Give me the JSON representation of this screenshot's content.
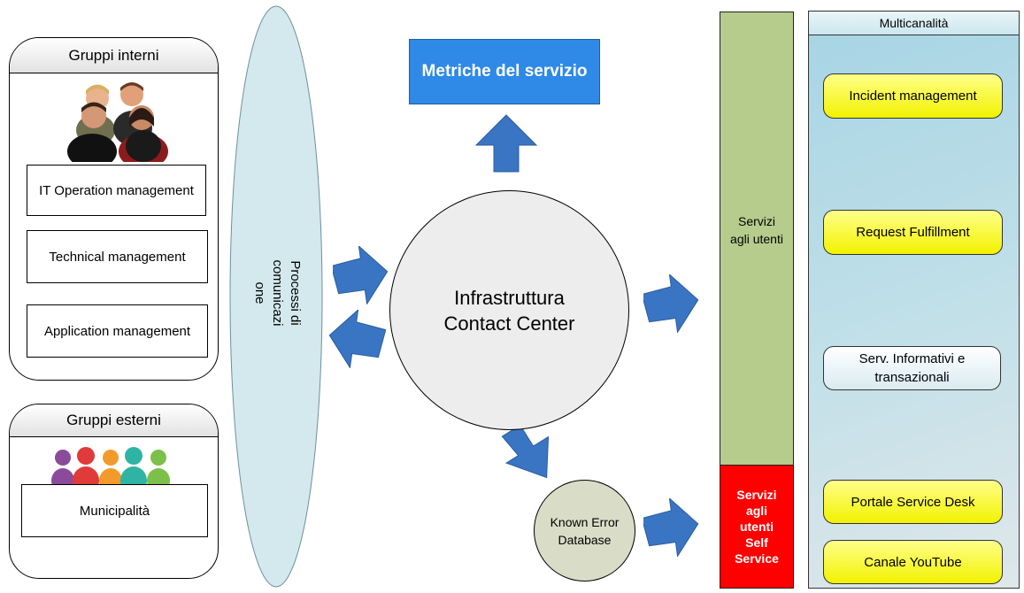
{
  "internal_groups": {
    "title": "Gruppi interni",
    "items": [
      "IT Operation management",
      "Technical management",
      "Application management"
    ]
  },
  "external_groups": {
    "title": "Gruppi esterni",
    "item": "Municipalità"
  },
  "process": {
    "label": "Processi di comunicazione"
  },
  "metrics": {
    "label": "Metriche del servizio"
  },
  "center": {
    "label": "Infrastruttura Contact Center"
  },
  "known_error": {
    "label": "Known Error Database"
  },
  "services_users": {
    "label": "Servizi agli utenti"
  },
  "services_self": {
    "label": "Servizi agli utenti Self Service"
  },
  "multichannel": {
    "title": "Multicanalità",
    "items": [
      "Incident management",
      "Request Fulfillment",
      "Serv. Informativi e transazionali",
      "Portale Service Desk",
      "Canale YouTube"
    ]
  },
  "colors": {
    "metrics_blue": "#2f89e6",
    "arrow_blue": "#3a75c4",
    "services_green": "#b5cc8c",
    "self_service_red": "#ff0000",
    "pill_yellow": "#ffff66",
    "ellipse_blue": "#d3e9ee"
  },
  "icons": {
    "internal_people": "group-of-people-icon",
    "external_people": "crowd-icon"
  }
}
